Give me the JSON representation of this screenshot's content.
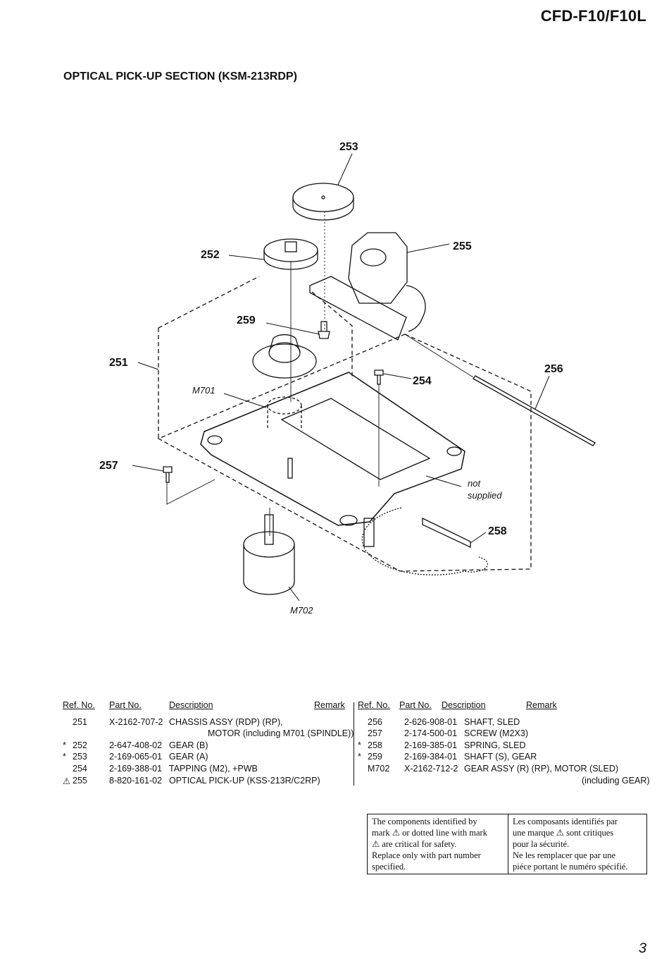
{
  "header": {
    "model": "CFD-F10/F10L"
  },
  "section_title": "OPTICAL PICK-UP SECTION (KSM-213RDP)",
  "diagram": {
    "callouts": [
      "253",
      "252",
      "255",
      "259",
      "251",
      "256",
      "254",
      "257",
      "258"
    ],
    "labels": {
      "m701": "M701",
      "m702": "M702",
      "not": "not",
      "supplied": "supplied"
    }
  },
  "parts_table": {
    "headers": {
      "ref": "Ref. No.",
      "part": "Part No.",
      "desc": "Description",
      "remark": "Remark"
    },
    "left": [
      {
        "mark": "",
        "ref": "251",
        "part": "X-2162-707-2",
        "desc": "CHASSIS ASSY (RDP) (RP),",
        "cont": "MOTOR (including M701 (SPINDLE))"
      },
      {
        "mark": "*",
        "ref": "252",
        "part": "2-647-408-02",
        "desc": "GEAR (B)"
      },
      {
        "mark": "*",
        "ref": "253",
        "part": "2-169-065-01",
        "desc": "GEAR (A)"
      },
      {
        "mark": "",
        "ref": "254",
        "part": "2-169-388-01",
        "desc": "TAPPING (M2), +PWB"
      },
      {
        "mark": "⚠",
        "ref": "255",
        "part": "8-820-161-02",
        "desc": "OPTICAL PICK-UP (KSS-213R/C2RP)"
      }
    ],
    "right": [
      {
        "mark": "",
        "ref": "256",
        "part": "2-626-908-01",
        "desc": "SHAFT, SLED"
      },
      {
        "mark": "",
        "ref": "257",
        "part": "2-174-500-01",
        "desc": "SCREW (M2X3)"
      },
      {
        "mark": "*",
        "ref": "258",
        "part": "2-169-385-01",
        "desc": "SPRING, SLED"
      },
      {
        "mark": "*",
        "ref": "259",
        "part": "2-169-384-01",
        "desc": "SHAFT (S), GEAR"
      },
      {
        "mark": "",
        "ref": "M702",
        "part": "X-2162-712-2",
        "desc": "GEAR ASSY (R) (RP), MOTOR (SLED)",
        "cont": "(including GEAR)"
      }
    ]
  },
  "notice": {
    "en": [
      "The components identified by",
      "mark ⚠ or dotted line with mark",
      "⚠ are critical for safety.",
      "Replace only with part number",
      "specified."
    ],
    "fr": [
      "Les composants identifiés par",
      "une marque ⚠ sont critiques",
      "pour la sécurité.",
      "Ne les remplacer que par une",
      "piéce portant le numéro spécifié."
    ]
  },
  "page_number": "3"
}
